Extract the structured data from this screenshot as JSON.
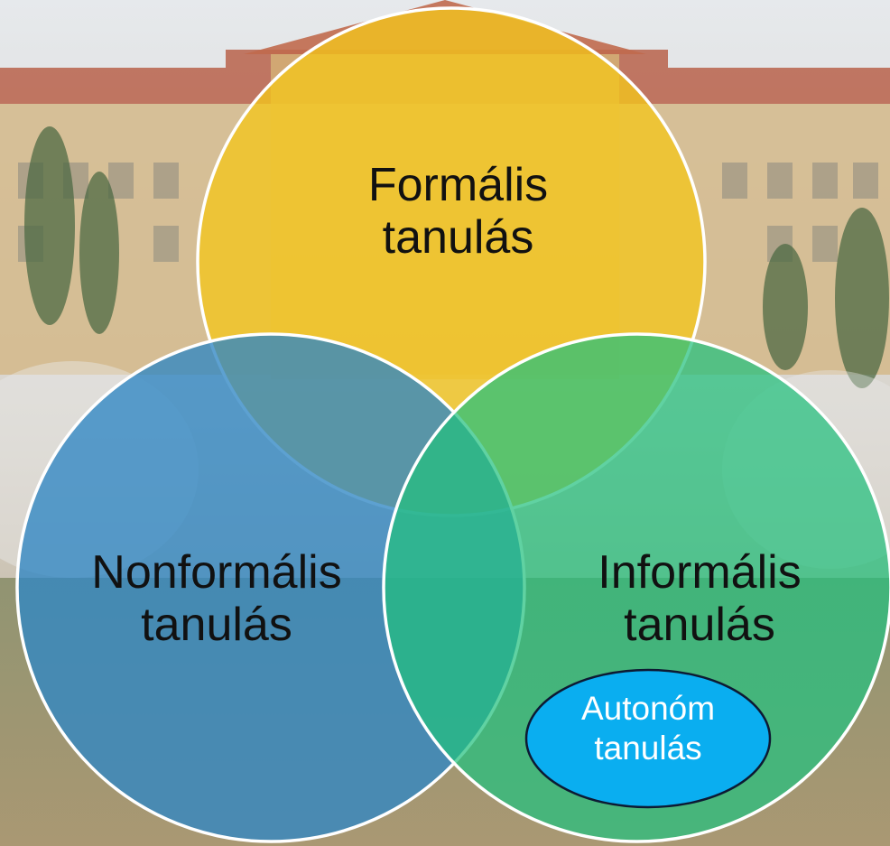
{
  "venn": {
    "formal": {
      "line1": "Formális",
      "line2": "tanulás",
      "color": "#f5c518"
    },
    "nonformal": {
      "line1": "Nonformális",
      "line2": "tanulás",
      "color": "#2e86c1"
    },
    "informal": {
      "line1": "Informális",
      "line2": "tanulás",
      "color": "#26c281"
    },
    "autonomous": {
      "line1": "Autonóm",
      "line2": "tanulás",
      "color": "#0aaef0"
    }
  },
  "background": {
    "description_color_sky": "#dfe4e8",
    "building_color": "#c9a15a"
  }
}
